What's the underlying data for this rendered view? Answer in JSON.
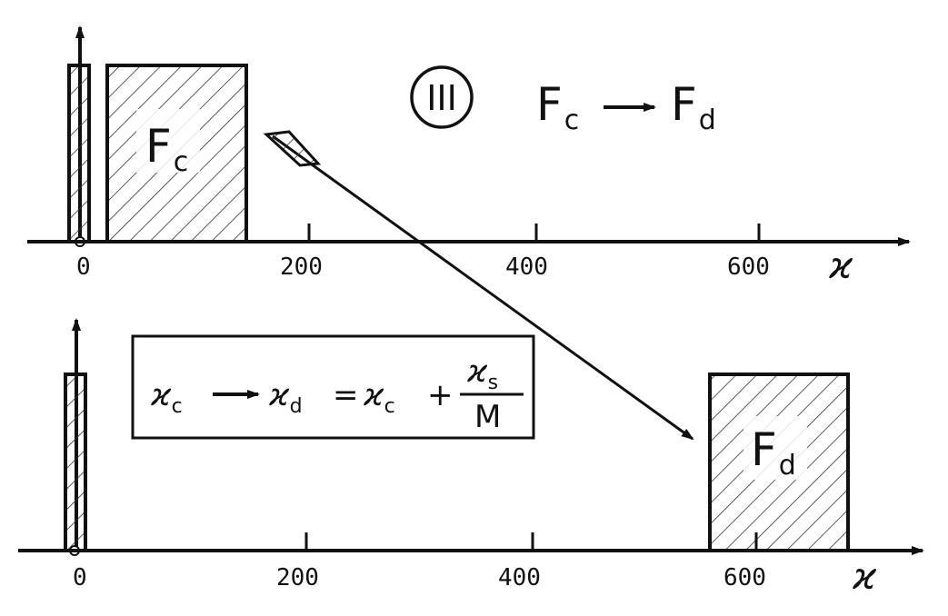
{
  "panel_top": {
    "roman": "III",
    "transition": {
      "from_main": "F",
      "from_sub": "c",
      "to_main": "F",
      "to_sub": "d"
    },
    "box_label": {
      "main": "F",
      "sub": "c"
    },
    "ticks": [
      "0",
      "200",
      "400",
      "600"
    ],
    "axis_symbol": "ϰ"
  },
  "panel_bottom": {
    "box_label": {
      "main": "F",
      "sub": "d"
    },
    "ticks": [
      "0",
      "200",
      "400",
      "600"
    ],
    "axis_symbol": "ϰ",
    "formula": {
      "lhs_main": "ϰ",
      "lhs_sub": "c",
      "mid_main": "ϰ",
      "mid_sub": "d",
      "equals": "=",
      "rhs_main": "ϰ",
      "rhs_sub": "c",
      "plus": "+",
      "frac_num_main": "ϰ",
      "frac_num_sub": "s",
      "frac_den": "M"
    }
  }
}
